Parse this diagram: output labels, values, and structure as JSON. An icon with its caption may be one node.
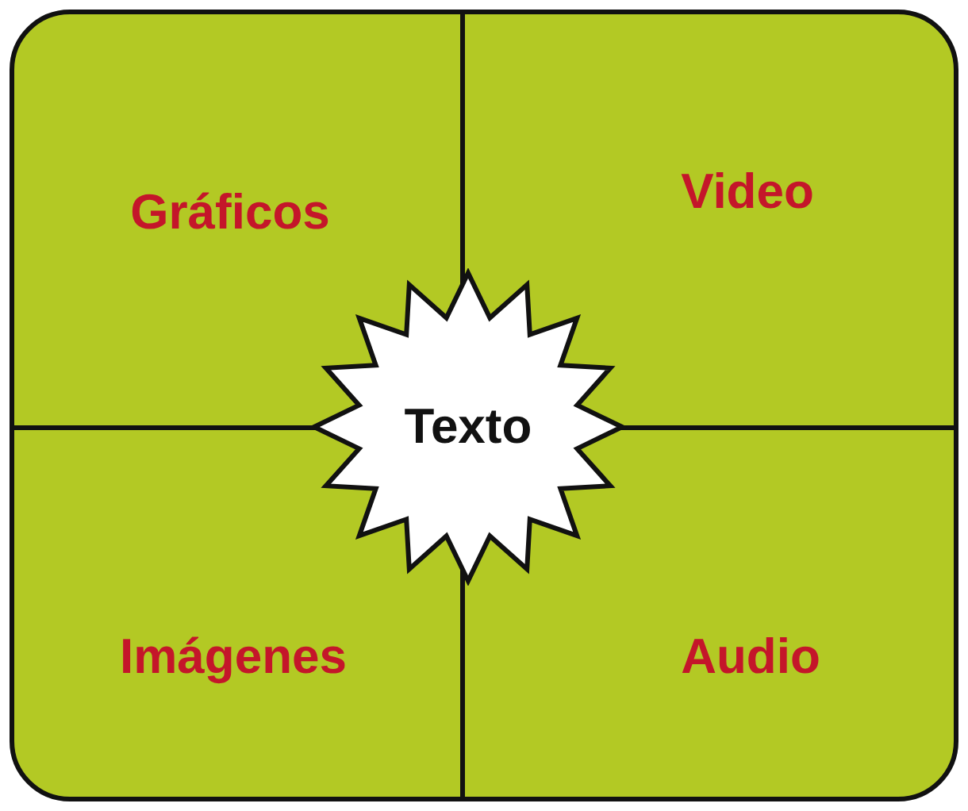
{
  "diagram": {
    "nodes": [
      {
        "text": [],
        "shape": "box"
      },
      {
        "text": [
          "Gráficos"
        ],
        "in": 0
      },
      {
        "text": [
          "Video"
        ],
        "in": 0
      },
      {
        "text": [
          "Imágenes"
        ],
        "in": 0
      },
      {
        "text": [
          "Audio"
        ],
        "in": 0
      },
      {
        "text": [
          "Texto"
        ],
        "in": 0
      }
    ]
  }
}
